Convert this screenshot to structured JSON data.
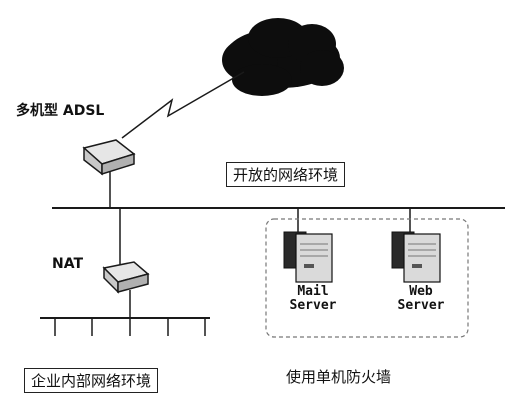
{
  "labels": {
    "adsl": "多机型 ADSL",
    "open_env": "开放的网络环境",
    "nat": "NAT",
    "internal_env": "企业内部网络环境",
    "firewall": "使用单机防火墙"
  },
  "servers": [
    {
      "line1": "Mail",
      "line2": "Server"
    },
    {
      "line1": "Web",
      "line2": "Server"
    }
  ],
  "colors": {
    "line": "#1a1a1a",
    "cloud": "#0d0d0d",
    "device": "#dcdcdc",
    "dashed_box": "#777777"
  }
}
